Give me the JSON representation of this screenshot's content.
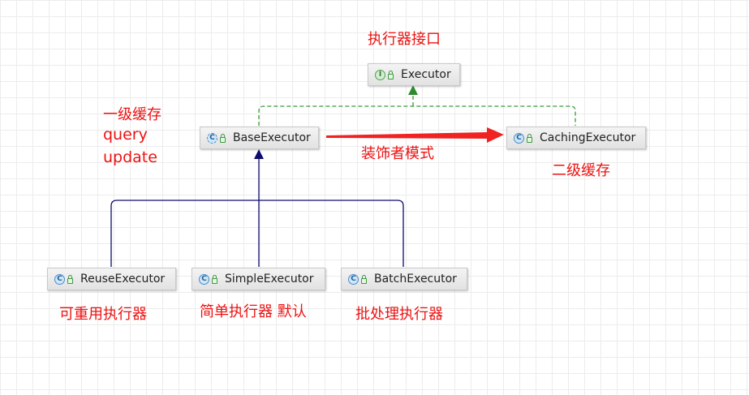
{
  "nodes": {
    "executor": {
      "name": "Executor",
      "kind": "interface",
      "icon": "interface-icon",
      "icon_glyph": "I"
    },
    "base": {
      "name": "BaseExecutor",
      "kind": "abstract-class",
      "icon": "abstract-class-icon",
      "icon_glyph": "C"
    },
    "caching": {
      "name": "CachingExecutor",
      "kind": "class",
      "icon": "class-icon",
      "icon_glyph": "C"
    },
    "reuse": {
      "name": "ReuseExecutor",
      "kind": "class",
      "icon": "class-icon",
      "icon_glyph": "C"
    },
    "simple": {
      "name": "SimpleExecutor",
      "kind": "class",
      "icon": "class-icon",
      "icon_glyph": "C"
    },
    "batch": {
      "name": "BatchExecutor",
      "kind": "class",
      "icon": "class-icon",
      "icon_glyph": "C"
    }
  },
  "annotations": {
    "executor_interface": "执行器接口",
    "level1_cache": "一级缓存",
    "query": "query",
    "update": "update",
    "decorator_pattern": "装饰者模式",
    "level2_cache": "二级缓存",
    "reuse_label": "可重用执行器",
    "simple_label": "简单执行器 默认",
    "batch_label": "批处理执行器"
  },
  "edges": [
    {
      "from": "base",
      "to": "executor",
      "type": "implements",
      "style": "dashed"
    },
    {
      "from": "caching",
      "to": "executor",
      "type": "implements",
      "style": "dashed"
    },
    {
      "from": "reuse",
      "to": "base",
      "type": "extends",
      "style": "solid"
    },
    {
      "from": "simple",
      "to": "base",
      "type": "extends",
      "style": "solid"
    },
    {
      "from": "batch",
      "to": "base",
      "type": "extends",
      "style": "solid"
    },
    {
      "from": "base",
      "to": "caching",
      "type": "decorator-annotation",
      "style": "bold-arrow"
    }
  ],
  "colors": {
    "implements_line": "#3c9a3c",
    "extends_line": "#0c0c6e",
    "annotation_text": "#ee1111",
    "annotation_arrow": "#f02222",
    "node_border": "#c9c9c9",
    "node_text": "#222222"
  }
}
